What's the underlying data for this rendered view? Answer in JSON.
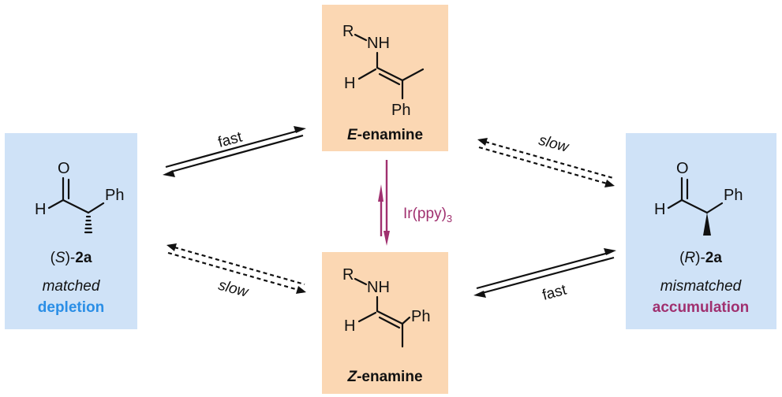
{
  "colors": {
    "orange_box": "#fbd7b3",
    "blue_box": "#cfe2f7",
    "blue_text": "#2a8ee6",
    "magenta": "#a0306f"
  },
  "atoms": {
    "R": "R",
    "NH": "NH",
    "H": "H",
    "Ph": "Ph",
    "O": "O"
  },
  "nodes": {
    "e_enamine": {
      "prefix": "E",
      "suffix": "-enamine"
    },
    "z_enamine": {
      "prefix": "Z",
      "suffix": "-enamine"
    },
    "s_2a": {
      "open": "(",
      "config": "S",
      "close": ")-",
      "compound": "2a",
      "line1": "matched",
      "line2": "depletion"
    },
    "r_2a": {
      "open": "(",
      "config": "R",
      "close": ")-",
      "compound": "2a",
      "line1": "mismatched",
      "line2": "accumulation"
    }
  },
  "edges": {
    "s_to_e": "fast",
    "e_to_r": "slow",
    "s_to_z": "slow",
    "z_to_r": "fast",
    "catalyst": {
      "base": "Ir(ppy)",
      "sub": "3"
    }
  }
}
